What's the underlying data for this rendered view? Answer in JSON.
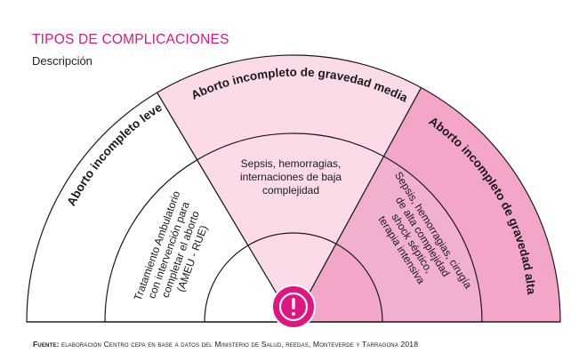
{
  "title": "TIPOS DE COMPLICACIONES",
  "subtitle": "Descripción",
  "colors": {
    "accent": "#e0157f",
    "sector_leve": "#ffffff",
    "sector_media": "#fbdbe7",
    "sector_alta": "#f3a6c8",
    "outline": "#1a1a1a"
  },
  "sectors": [
    {
      "name": "Aborto incompleto leve",
      "description": [
        "Tratamiento Ambulatorio",
        "con intervención para",
        "completar el aborto",
        "(AMEU - RUE)"
      ]
    },
    {
      "name": "Aborto incompleto de gravedad media",
      "description": [
        "Sepsis, hemorragias,",
        "internaciones de baja",
        "complejidad"
      ]
    },
    {
      "name": "Aborto incompleto de gravedad alta",
      "description": [
        "Sepsis, hemorragias, cirugía",
        "de alta complejidad",
        "shock séptico,",
        "terapia intensiva"
      ]
    }
  ],
  "center_icon": "exclamation-icon",
  "source": {
    "label": "Fuente:",
    "text": "elaboración Centro cepa en base a datos del Ministerio de Salud, reedas, Monteverde y Tarragona 2018"
  }
}
